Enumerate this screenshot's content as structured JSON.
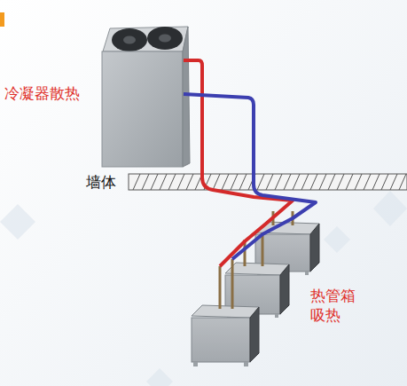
{
  "diagram": {
    "labels": [
      "冷凝器散热",
      "墙体",
      "热管箱 吸热"
    ]
  }
}
